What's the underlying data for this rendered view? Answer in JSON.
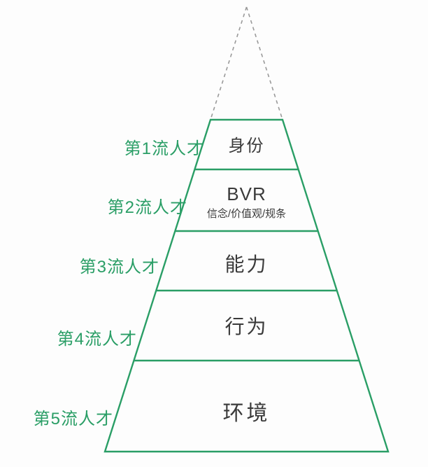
{
  "diagram": {
    "type": "pyramid",
    "description": "NLP logical levels pyramid with talent-tier labels",
    "levels": [
      {
        "rank_label": "第1流人才",
        "title": "身份",
        "subtitle": ""
      },
      {
        "rank_label": "第2流人才",
        "title": "BVR",
        "subtitle": "信念/价值观/规条"
      },
      {
        "rank_label": "第3流人才",
        "title": "能力",
        "subtitle": ""
      },
      {
        "rank_label": "第4流人才",
        "title": "行为",
        "subtitle": ""
      },
      {
        "rank_label": "第5流人才",
        "title": "环境",
        "subtitle": ""
      }
    ]
  },
  "colors": {
    "outline": "#2a9e66",
    "label_text": "#2a9e66",
    "band_text": "#3a3a3a",
    "dashed_apex": "#9a9a9a",
    "background": "#fdfdfd"
  }
}
